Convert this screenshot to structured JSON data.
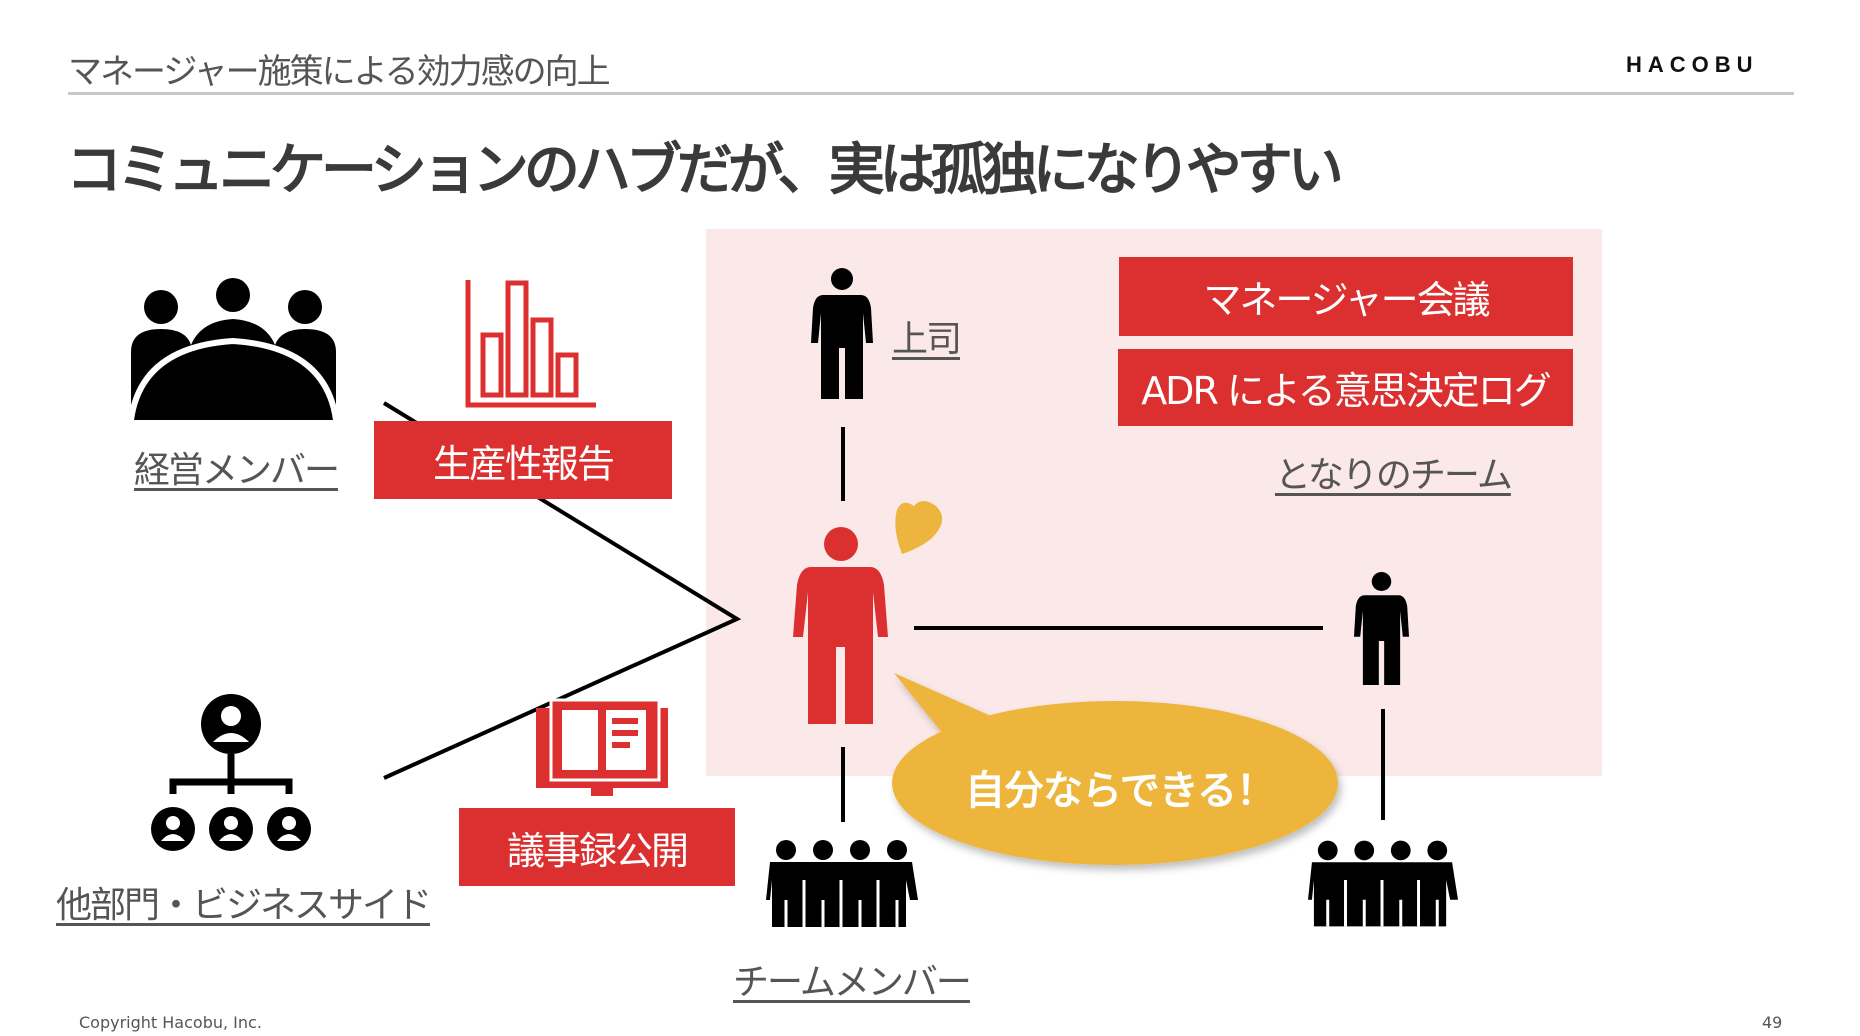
{
  "header": {
    "section_title": "マネージャー施策による効力感の向上",
    "logo": "HACOBU"
  },
  "slide": {
    "title": "コミュニケーションのハブだが、実は孤独になりやすい",
    "labels": {
      "executives": "経営メンバー",
      "other_departments": "他部門・ビジネスサイド",
      "boss": "上司",
      "neighbor_team": "となりのチーム",
      "team_members": "チームメンバー"
    },
    "red_boxes": {
      "productivity_report": "生産性報告",
      "minutes_public": "議事録公開",
      "manager_meeting": "マネージャー会議",
      "adr_log": "ADR による意思決定ログ"
    },
    "speech_bubble": "自分ならできる！",
    "colors": {
      "red": "#dc2f2f",
      "pink": "#fbe9ea",
      "yellow": "#eeb53e"
    }
  },
  "footer": {
    "copyright": "Copyright Hacobu, Inc.",
    "page_number": "49"
  }
}
